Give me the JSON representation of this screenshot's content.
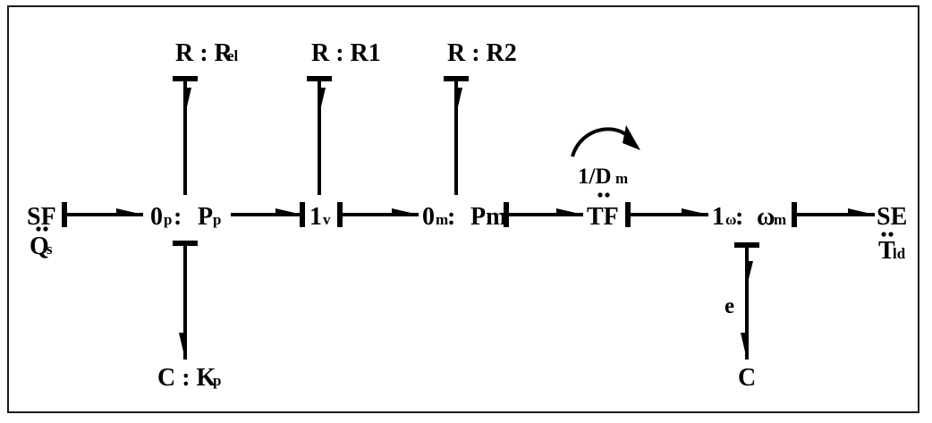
{
  "diagram": {
    "nodes": {
      "sf": {
        "main": "SF"
      },
      "qs": {
        "main": "Q",
        "sub": "s"
      },
      "zero_p": {
        "main": "0",
        "sub": "p",
        "colon": " : ",
        "main2": "P",
        "sub2": "p"
      },
      "one_v": {
        "main": "1",
        "sub": "v"
      },
      "zero_m": {
        "main": "0",
        "sub": "m",
        "colon": " : ",
        "main2": "Pm"
      },
      "tf": {
        "main": "TF"
      },
      "dm": {
        "main": "1/D",
        "sub": "m"
      },
      "one_w": {
        "main": "1",
        "sub": "ω",
        "colon": " : ",
        "main2": "ω",
        "sub2": "m"
      },
      "se": {
        "main": "SE"
      },
      "tld": {
        "main": "T",
        "sub": "ld"
      },
      "r_el": {
        "main": "R : R",
        "sub": "el"
      },
      "r1": {
        "main": "R : R1"
      },
      "r2": {
        "main": "R : R2"
      },
      "c_kp": {
        "main": "C : K",
        "sub": "p"
      },
      "e_label": {
        "main": "e"
      },
      "c": {
        "main": "C"
      }
    }
  }
}
